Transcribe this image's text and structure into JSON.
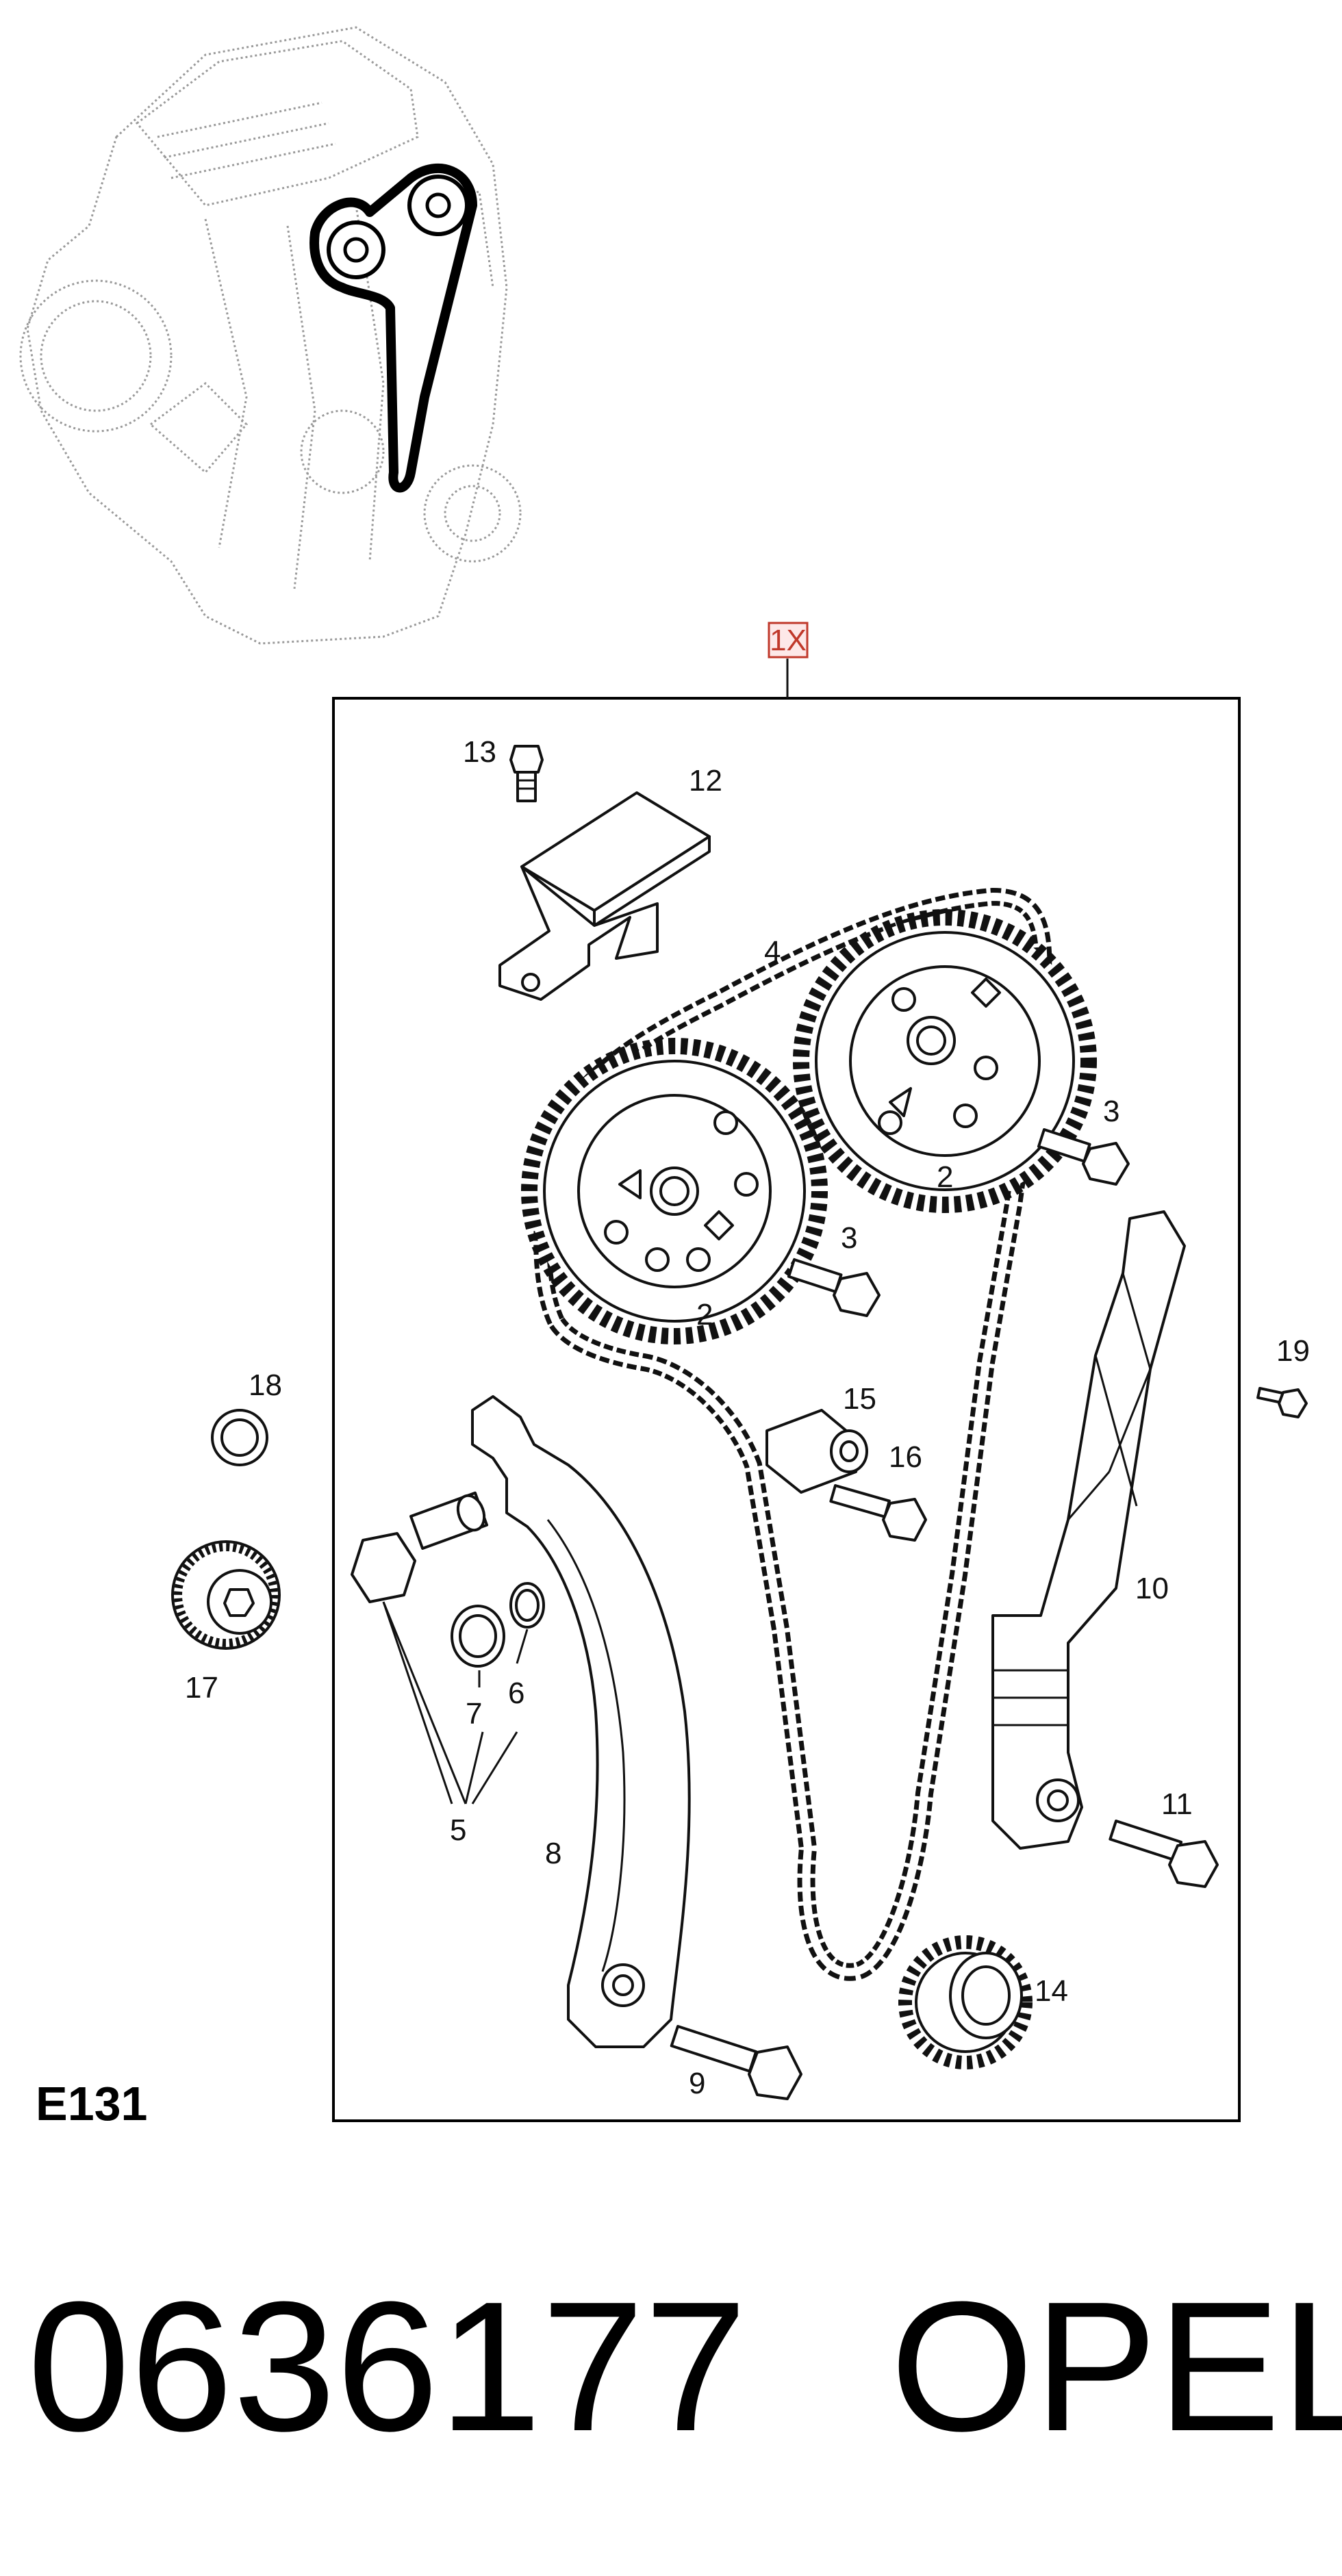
{
  "diagram": {
    "kit_label": "1X",
    "section_code": "E131",
    "part_number": "0636177",
    "brand": "OPEL",
    "callouts": [
      {
        "id": "13",
        "text": "13"
      },
      {
        "id": "12",
        "text": "12"
      },
      {
        "id": "4",
        "text": "4"
      },
      {
        "id": "3a",
        "text": "3"
      },
      {
        "id": "2a",
        "text": "2"
      },
      {
        "id": "3b",
        "text": "3"
      },
      {
        "id": "2b",
        "text": "2"
      },
      {
        "id": "15",
        "text": "15"
      },
      {
        "id": "16",
        "text": "16"
      },
      {
        "id": "19",
        "text": "19"
      },
      {
        "id": "18",
        "text": "18"
      },
      {
        "id": "10",
        "text": "10"
      },
      {
        "id": "17",
        "text": "17"
      },
      {
        "id": "7",
        "text": "7"
      },
      {
        "id": "6",
        "text": "6"
      },
      {
        "id": "5",
        "text": "5"
      },
      {
        "id": "8",
        "text": "8"
      },
      {
        "id": "11",
        "text": "11"
      },
      {
        "id": "14",
        "text": "14"
      },
      {
        "id": "9",
        "text": "9"
      }
    ]
  }
}
